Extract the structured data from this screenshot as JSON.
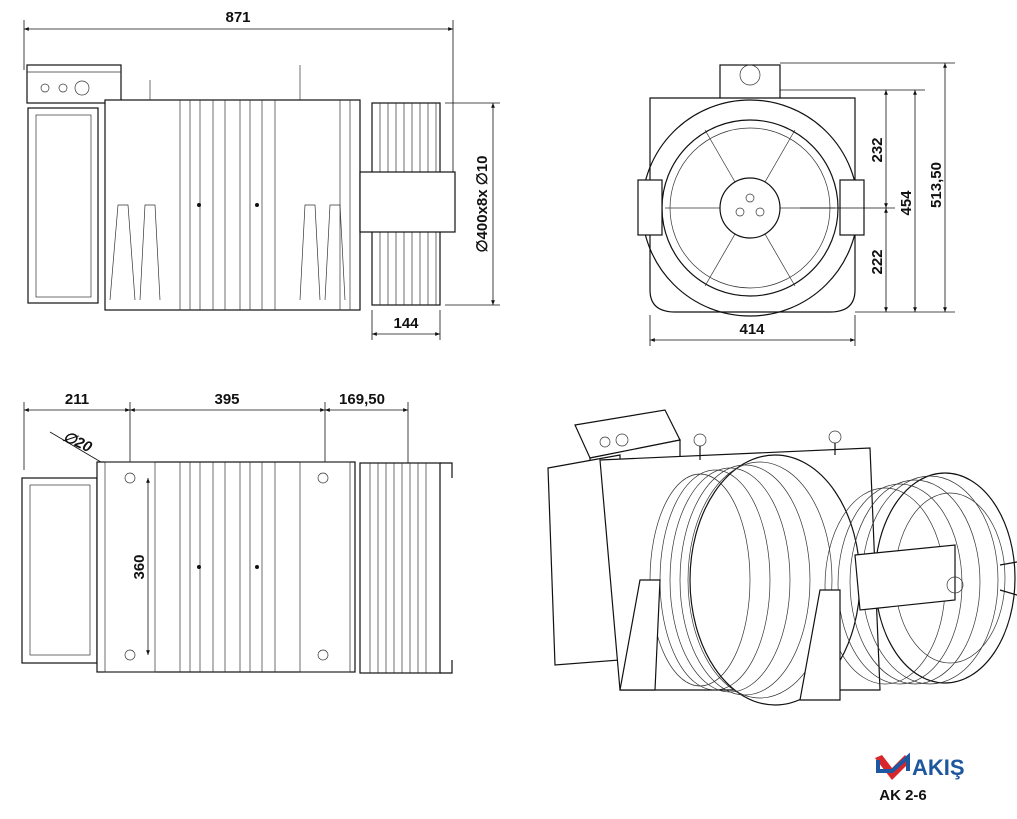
{
  "side_view": {
    "overall_length": "871",
    "sheave_spec": "∅400x8x ∅10",
    "sheave_width": "144"
  },
  "front_view": {
    "upper_height": "232",
    "lower_height": "222",
    "housing_height": "454",
    "total_height": "513,50",
    "width": "414"
  },
  "top_view": {
    "dim_left": "211",
    "dim_mid": "395",
    "dim_right": "169,50",
    "hole_diameter": "∅20",
    "hole_spacing": "360"
  },
  "logo": {
    "brand": "AKIŞ",
    "model": "AK 2-6",
    "brand_blue": "#1e56a0",
    "brand_red": "#d7262c"
  }
}
